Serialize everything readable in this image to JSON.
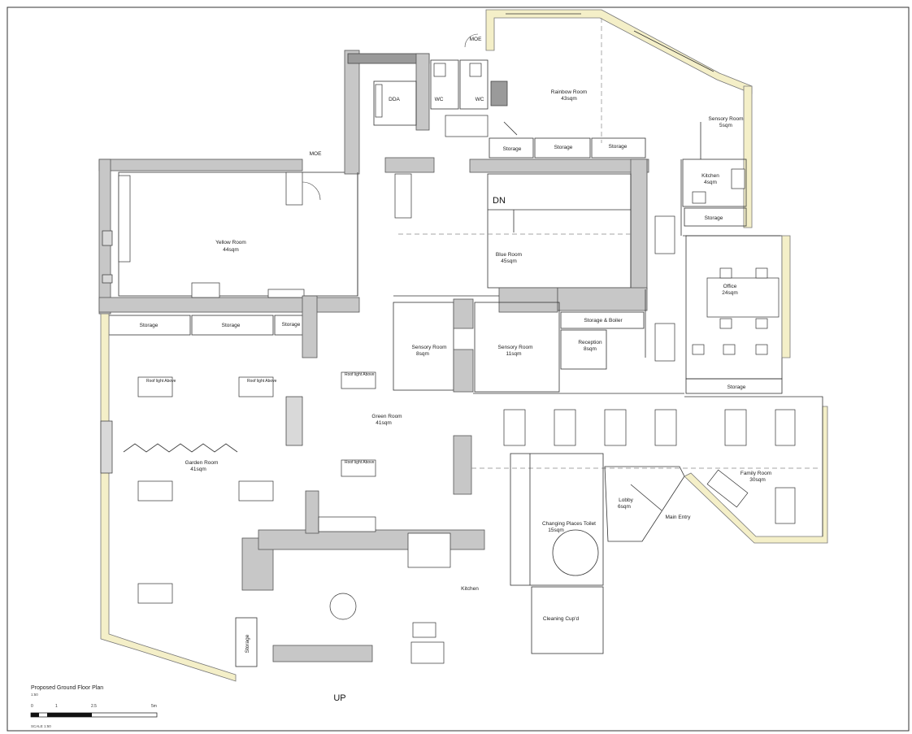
{
  "plan": {
    "title": "Proposed Ground Floor Plan",
    "scale_note": "1:50",
    "scale_bar": {
      "ticks": [
        "0",
        "1",
        "2.5",
        "5m"
      ],
      "label": "SCALE 1:50"
    }
  },
  "rooms": {
    "yellow": {
      "name": "Yellow Room",
      "area": "44sqm"
    },
    "blue": {
      "name": "Blue Room",
      "area": "45sqm"
    },
    "rainbow": {
      "name": "Rainbow Room",
      "area": "43sqm"
    },
    "sensory_top": {
      "name": "Sensory Room",
      "area": "5sqm"
    },
    "kitchen_small": {
      "name": "Kitchen",
      "area": "4sqm"
    },
    "office": {
      "name": "Office",
      "area": "24sqm"
    },
    "sensory_a": {
      "name": "Sensory Room",
      "area": "8sqm"
    },
    "sensory_b": {
      "name": "Sensory Room",
      "area": "11sqm"
    },
    "reception": {
      "name": "Reception",
      "area": "8sqm"
    },
    "green": {
      "name": "Green Room",
      "area": "41sqm"
    },
    "garden": {
      "name": "Garden Room",
      "area": "41sqm"
    },
    "family": {
      "name": "Family Room",
      "area": "30sqm"
    },
    "lobby": {
      "name": "Lobby",
      "area": "6sqm"
    },
    "changing": {
      "name": "Changing Places Toilet",
      "area": "15sqm"
    },
    "kitchen_main": {
      "name": "Kitchen"
    },
    "cleaning": {
      "name": "Cleaning Cup'd"
    },
    "main_entry": {
      "name": "Main Entry"
    }
  },
  "labels": {
    "dda": "DDA",
    "wc": "WC",
    "moe": "MOE",
    "storage": "Storage",
    "storage_boiler": "Storage & Boiler",
    "dn": "DN",
    "up": "UP",
    "roof_light": "Roof light Above"
  }
}
